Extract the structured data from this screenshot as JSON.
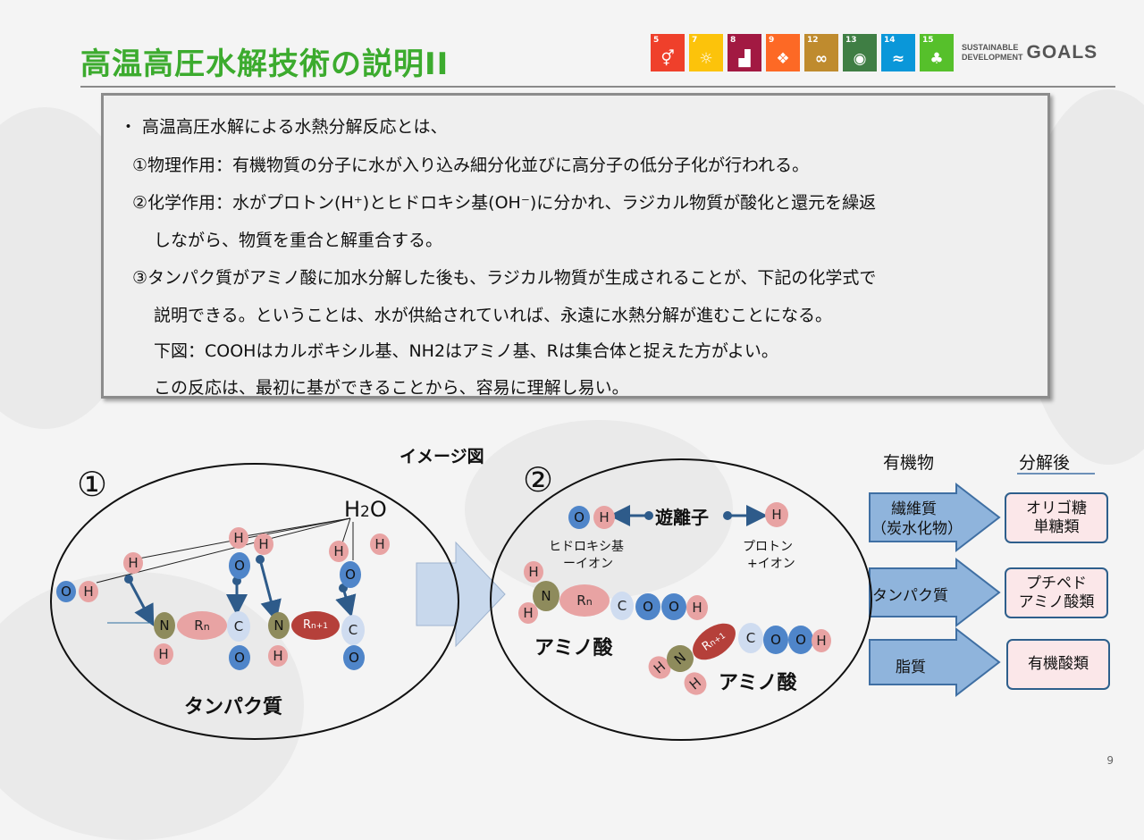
{
  "slide": {
    "title": "高温高圧水解技術の説明II",
    "page_number": "9"
  },
  "sdgs": {
    "tiles": [
      {
        "num": "5",
        "color": "#ef402b",
        "icon": "gender-equality-icon",
        "glyph": "⚥"
      },
      {
        "num": "7",
        "color": "#fcc30b",
        "icon": "sun-energy-icon",
        "glyph": "☼"
      },
      {
        "num": "8",
        "color": "#a21942",
        "icon": "growth-chart-icon",
        "glyph": "▟"
      },
      {
        "num": "9",
        "color": "#fd6925",
        "icon": "industry-cubes-icon",
        "glyph": "❖"
      },
      {
        "num": "12",
        "color": "#bf8b2e",
        "icon": "infinity-icon",
        "glyph": "∞"
      },
      {
        "num": "13",
        "color": "#3f7e44",
        "icon": "climate-eye-icon",
        "glyph": "◉"
      },
      {
        "num": "14",
        "color": "#0a97d9",
        "icon": "fish-icon",
        "glyph": "≈"
      },
      {
        "num": "15",
        "color": "#56c02b",
        "icon": "tree-icon",
        "glyph": "♣"
      }
    ],
    "logo_line1": "SUSTAINABLE",
    "logo_line2": "DEVELOPMENT",
    "logo_goals": "GOALS"
  },
  "explanation": {
    "line1": "・ 高温高圧水解による水熱分解反応とは、",
    "line2": "①物理作用：有機物質の分子に水が入り込み細分化並びに高分子の低分子化が行われる。",
    "line3": "②化学作用：水がプロトン(H⁺)とヒドロキシ基(OH⁻)に分かれ、ラジカル物質が酸化と還元を繰返",
    "line4": "しながら、物質を重合と解重合する。",
    "line5": "③タンパク質がアミノ酸に加水分解した後も、ラジカル物質が生成されることが、下記の化学式で",
    "line6": "説明できる。ということは、水が供給されていれば、永遠に水熱分解が進むことになる。",
    "line7": "下図：COOHはカルボキシル基、NH2はアミノ基、Rは集合体と捉えた方がよい。",
    "line8": "この反応は、最初に基ができることから、容易に理解し易い。"
  },
  "diagram": {
    "image_label": "イメージ図",
    "circle1_marker": "①",
    "circle2_marker": "②",
    "water_label_main": "H",
    "water_label_sub": "2",
    "water_label_tail": "O",
    "protein_label": "タンパク質",
    "atoms": {
      "O": "O",
      "H": "H",
      "N": "N",
      "C": "C",
      "R": "R",
      "R_sub": "n",
      "Rn1": "R",
      "Rn1_sub": "n+1"
    },
    "free_ion_label": "遊離子",
    "hydroxide_label_1": "ヒドロキシ基",
    "hydroxide_label_2": "ーイオン",
    "proton_label_1": "プロトン",
    "proton_label_2": "+イオン",
    "amino_acid_label_1": "アミノ酸",
    "amino_acid_label_2": "アミノ酸"
  },
  "table": {
    "header_organic": "有機物",
    "header_after": "分解後",
    "rows": [
      {
        "input_1": "繊維質",
        "input_2": "（炭水化物）",
        "output_1": "オリゴ糖",
        "output_2": "単糖類"
      },
      {
        "input_1": "タンパク質",
        "input_2": "",
        "output_1": "プチペド",
        "output_2": "アミノ酸類"
      },
      {
        "input_1": "脂質",
        "input_2": "",
        "output_1": "有機酸類",
        "output_2": ""
      }
    ]
  }
}
